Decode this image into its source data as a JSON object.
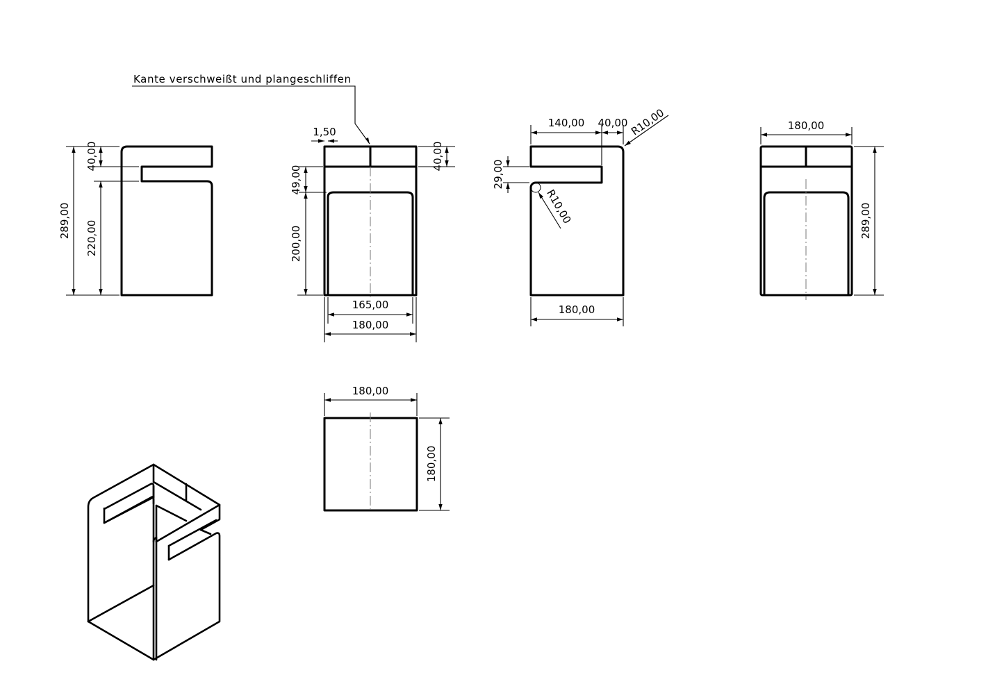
{
  "note": {
    "text": "Kante verschweißt und plangeschliffen"
  },
  "views": {
    "left_side": {
      "dims": {
        "total_height": "289,00",
        "slot_offset": "40,00",
        "lower_height": "220,00"
      }
    },
    "front": {
      "dims": {
        "thickness": "1,50",
        "top_band": "40,00",
        "gap": "49,00",
        "opening_height": "200,00",
        "opening_width": "165,00",
        "width": "180,00"
      }
    },
    "right_side": {
      "dims": {
        "slot_length": "140,00",
        "land": "40,00",
        "radius_top": "R10,00",
        "slot_height": "29,00",
        "radius_slot": "R10,00",
        "width": "180,00"
      }
    },
    "back": {
      "dims": {
        "width": "180,00",
        "height": "289,00"
      }
    },
    "top": {
      "dims": {
        "width": "180,00",
        "depth": "180,00"
      }
    }
  }
}
